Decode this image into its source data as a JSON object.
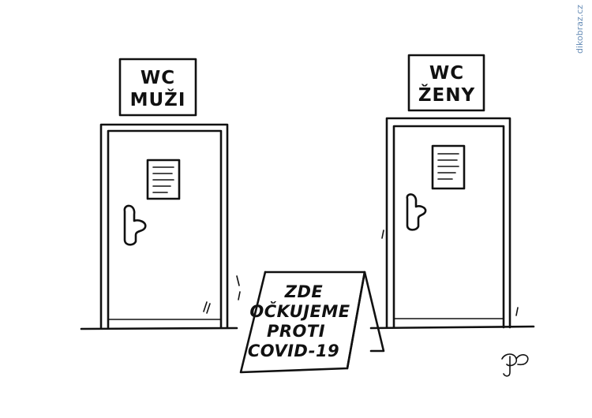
{
  "signs": {
    "men": {
      "line1": "WC",
      "line2": "MUŽI"
    },
    "women": {
      "line1": "WC",
      "line2": "ŽENY"
    }
  },
  "board": {
    "lines": [
      "ZDE",
      "OČKUJEME",
      "PROTI",
      "COVID-19"
    ]
  },
  "watermark": "dikobraz.cz",
  "colors": {
    "ink": "#111111",
    "background": "#ffffff",
    "watermark": "#6a8fb8"
  }
}
